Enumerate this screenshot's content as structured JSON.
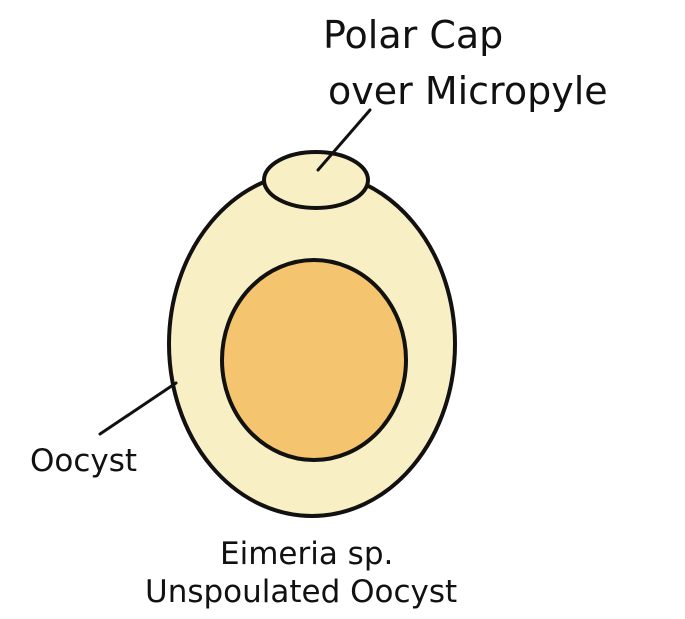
{
  "labels": {
    "polar_cap_line1": "Polar Cap",
    "polar_cap_line2": "over Micropyle",
    "oocyst": "Oocyst",
    "caption_line1": "Eimeria sp.",
    "caption_line2": "Unspoulated Oocyst"
  },
  "colors": {
    "outline": "#111111",
    "oocyst_wall_fill": "#f8efc4",
    "inner_mass_fill": "#f4c46f",
    "polar_cap_fill": "#f8efc4"
  }
}
